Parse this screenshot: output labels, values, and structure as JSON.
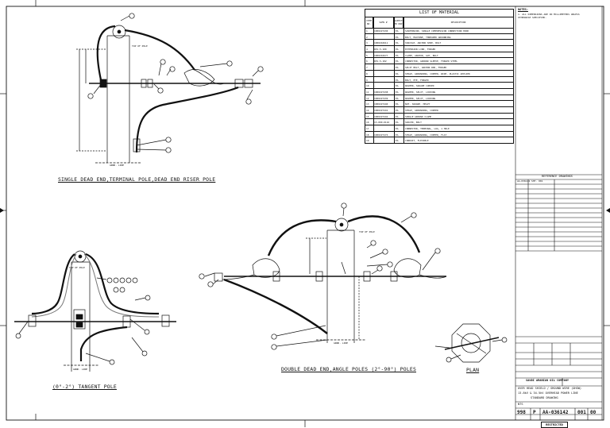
{
  "bom": {
    "title": "LIST OF MATERIAL",
    "headers": [
      "ITEM NO.",
      "SAMS #",
      "QUANTITY PER UNIT",
      "DESCRIPTION"
    ],
    "rows": [
      [
        "1",
        "1000227430",
        "EA",
        "SUSPENSION, SINGLE COMPRESSION CONNECTION HOOK"
      ],
      [
        "2",
        "-",
        "EA",
        "BOLT, MACHINE, THREADED GROUNDING"
      ],
      [
        "3",
        "1000216611",
        "EA",
        "SHACKLE, ANCHOR SHOE, BOLT"
      ],
      [
        "4",
        "DIV-5-100",
        "EA",
        "EXTENSION LINK, FORGED"
      ],
      [
        "5",
        "1000216677",
        "EA",
        "CLAMP, ANCHOR, GUY, BOLT"
      ],
      [
        "6",
        "DIV-5-102",
        "EA",
        "CONNECTOR, GROUND SLEEVE, FORGED STEEL"
      ],
      [
        "7",
        "-",
        "EA",
        "SPLIT BOLT, ANCHOR ROD, FORGED"
      ],
      [
        "8",
        "-",
        "EA",
        "STRAP, GROUNDING, COPPER, WIDE, PLASTIC APPLIED"
      ],
      [
        "9",
        "-",
        "EA",
        "BOLT, EYE, FORGED"
      ],
      [
        "10",
        "-",
        "EA",
        "WASHER, SQUARE CURVED"
      ],
      [
        "11",
        "1000227438",
        "EA",
        "WASHER, SPLIT, LOCKING"
      ],
      [
        "12",
        "1000227439",
        "EA",
        "WASHER, SPLIT, LOCKING"
      ],
      [
        "13",
        "1000227440",
        "EA",
        "NUT, SQUARE, HEAVY"
      ],
      [
        "14",
        "1000227441",
        "EA",
        "STRAP, GROUNDING, COPPER"
      ],
      [
        "15",
        "1000227442",
        "EA",
        "SINGLE GROUND CLAMP"
      ],
      [
        "16",
        "13-000-0116",
        "EA",
        "SPACER, BOLT"
      ],
      [
        "17",
        "-",
        "EA",
        "CONNECTOR, TERMINAL, LUG, 1 HOLE"
      ],
      [
        "18",
        "1000227474",
        "EA",
        "STRAP, GROUNDING, COPPER, FLAT"
      ],
      [
        "19",
        "-",
        "EA",
        "CONDUIT, FLEXIBLE"
      ]
    ]
  },
  "notes": {
    "title": "NOTES:",
    "lines": [
      "1. ALL DIMENSIONS ARE IN MILLIMETERS UNLESS",
      "   OTHERWISE SPECIFIED."
    ]
  },
  "reference_drawings": {
    "title": "REFERENCE DRAWINGS",
    "first": "AA-036142 SHT. 001"
  },
  "views": {
    "single_dead_end": "SINGLE DEAD END,TERMINAL POLE,DEAD END RISER POLE",
    "tangent": "(0°-2°) TANGENT POLE",
    "double_dead_end": "DOUBLE DEAD END,ANGLE POLES (2°-90°) POLES",
    "plan": "PLAN",
    "top_of_pole": "TOP OF POLE",
    "pole_top_short": "TOP OF POLE",
    "ground_line": "GRND. LINE"
  },
  "title_block": {
    "company": "SAUDI ARABIAN OIL COMPANY",
    "line1": "OVER HEAD SHIELD / GROUND WIRE (OHGW)",
    "line2": "13.8kV & 34.5kV OVERHEAD POWER LINE",
    "line3": "STANDARD DRAWING",
    "scale": "NTS",
    "plant_no": "998",
    "index": "P",
    "dwg_no": "AA-036142",
    "sheet": "001",
    "rev": "00",
    "restricted": "RESTRICTED"
  }
}
